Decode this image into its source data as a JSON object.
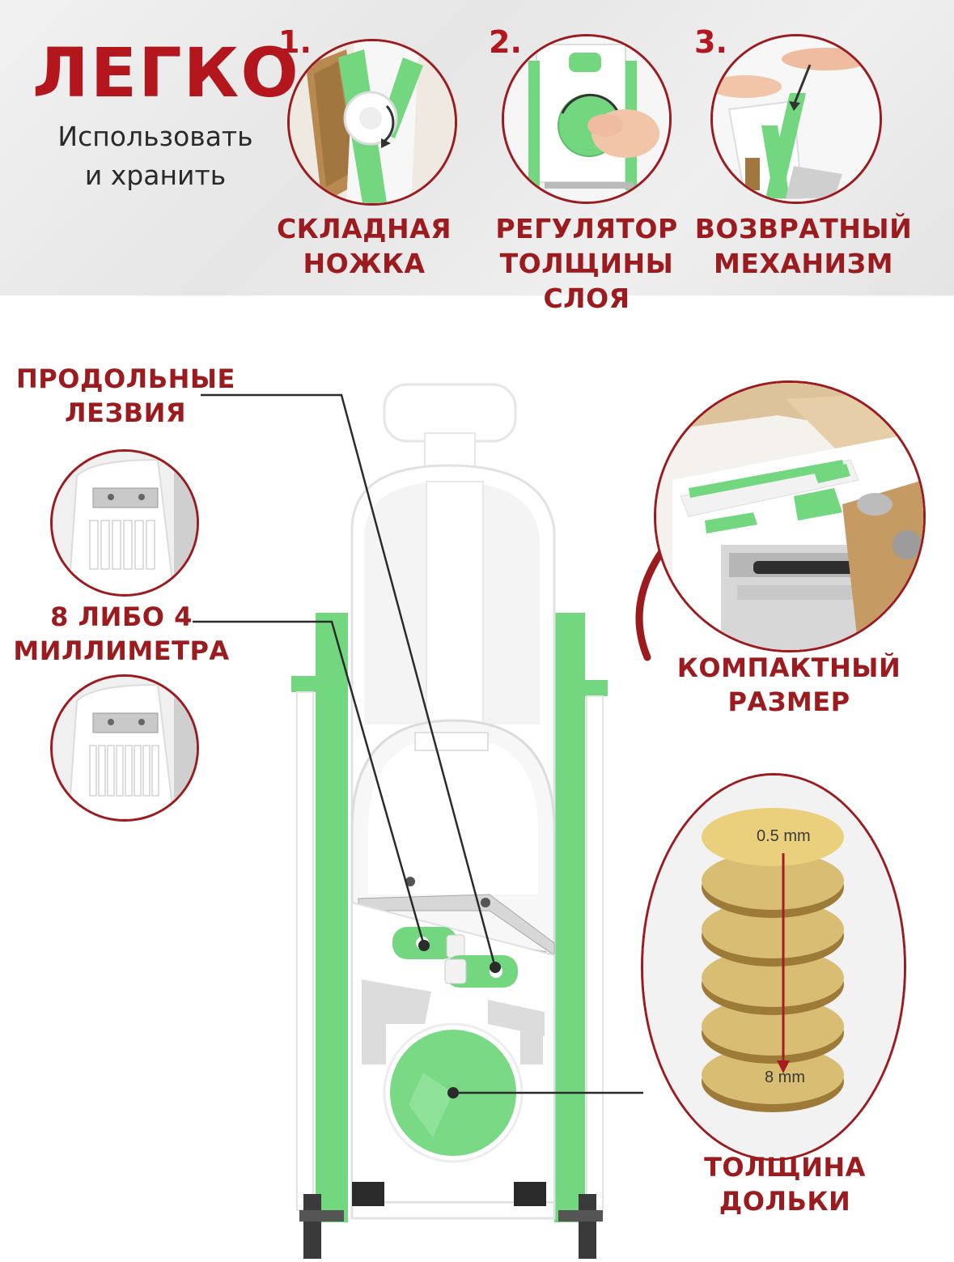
{
  "hero": {
    "title": "ЛЕГКО",
    "subtitle_line1": "Использовать",
    "subtitle_line2": "и хранить"
  },
  "steps": [
    {
      "number": "1.",
      "caption_line1": "СКЛАДНАЯ",
      "caption_line2": "НОЖКА",
      "caption_line3": ""
    },
    {
      "number": "2.",
      "caption_line1": "РЕГУЛЯТОР",
      "caption_line2": "ТОЛЩИНЫ",
      "caption_line3": "СЛОЯ"
    },
    {
      "number": "3.",
      "caption_line1": "ВОЗВРАТНЫЙ",
      "caption_line2": "МЕХАНИЗМ",
      "caption_line3": ""
    }
  ],
  "features": {
    "blades_line1": "ПРОДОЛЬНЫЕ",
    "blades_line2": "ЛЕЗВИЯ",
    "size_line1": "8 ЛИБО 4",
    "size_line2": "МИЛЛИМЕТРА",
    "compact_line1": "КОМПАКТНЫЙ",
    "compact_line2": "РАЗМЕР",
    "thickness_line1": "ТОЛЩИНА",
    "thickness_line2": "ДОЛЬКИ"
  },
  "thickness_range": {
    "min_label": "0.5 mm",
    "max_label": "8 mm"
  },
  "colors": {
    "accent_red": "#9b1b1f",
    "accent_green": "#72d77e",
    "disc_gold": "#d8bd72"
  }
}
